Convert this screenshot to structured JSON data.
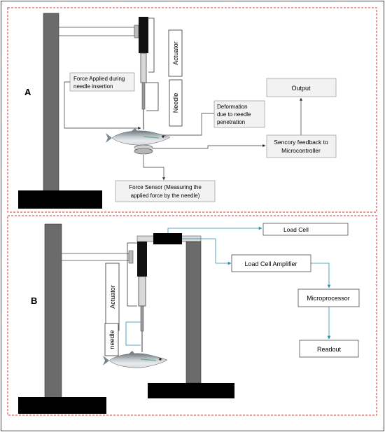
{
  "panel_a": {
    "panel_label": "A",
    "labels": {
      "actuator": "Actuator",
      "needle": "Needle",
      "force_applied": [
        "Force Applied during",
        "needle insertion"
      ],
      "deformation": [
        "Deformation",
        "due to needle",
        "penetration"
      ],
      "output": "Output",
      "sensory_feedback": [
        "Sencory feedback to",
        "Microcontroller"
      ],
      "force_sensor": [
        "Force Sensor (Measuring the",
        "applied force by the needle)"
      ]
    }
  },
  "panel_b": {
    "panel_label": "B",
    "labels": {
      "actuator": "Actuator",
      "needle": "needle",
      "load_cell": "Load Cell",
      "load_cell_amplifier": "Load Cell Amplifier",
      "microprocessor": "Microprocessor",
      "readout": "Readout"
    }
  },
  "colors": {
    "border_red": "#e03030",
    "frame": "#444444",
    "stand": "#6b6b6b",
    "base": "#000000",
    "box_fill": "#f2f2f2",
    "arrow": "#333333",
    "arrow_blue": "#2a8fb5"
  }
}
